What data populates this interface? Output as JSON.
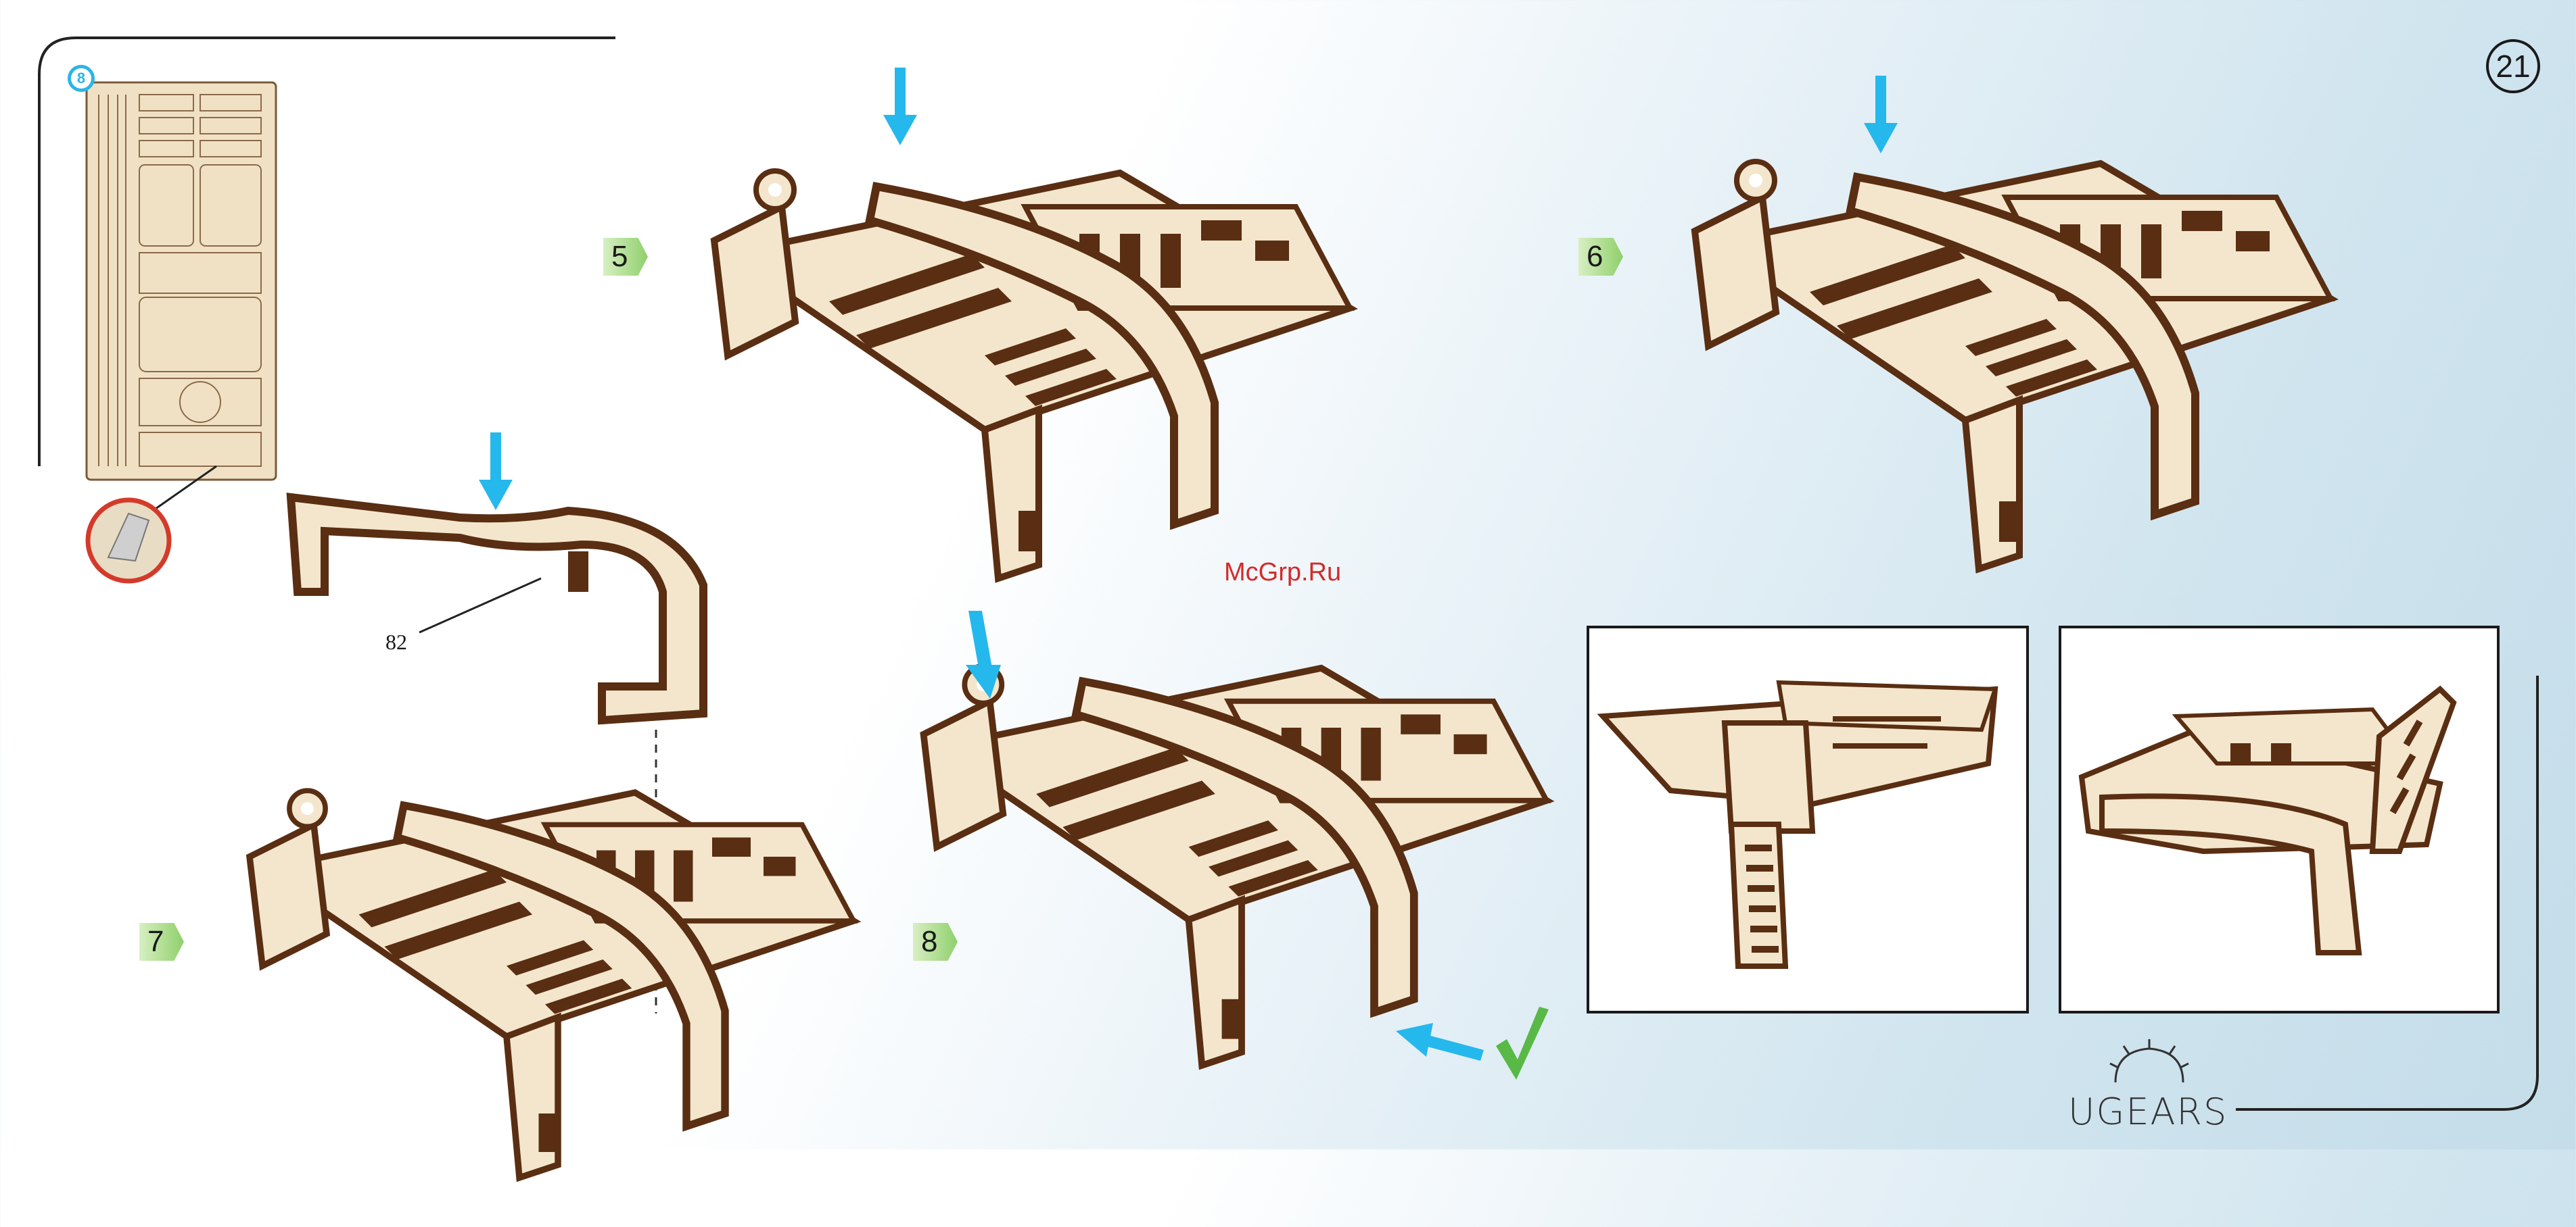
{
  "page": {
    "number": "21",
    "watermark": "McGrp.Ru",
    "brand": "UGEARS"
  },
  "parts_sheet": {
    "number": "8"
  },
  "steps": [
    {
      "label": "5"
    },
    {
      "label": "6"
    },
    {
      "label": "7"
    },
    {
      "label": "8"
    }
  ],
  "parts": [
    {
      "label": "82"
    }
  ],
  "icons": {
    "arrow": "down-arrow-icon",
    "check": "check-icon",
    "gear": "gear-icon"
  },
  "colors": {
    "wood_light": "#f3e6cc",
    "wood_edge": "#5a2e12",
    "arrow_blue": "#25b8ec",
    "check_green": "#58b947",
    "step_green": "#8fd06b",
    "watermark_red": "#d42a2a"
  }
}
